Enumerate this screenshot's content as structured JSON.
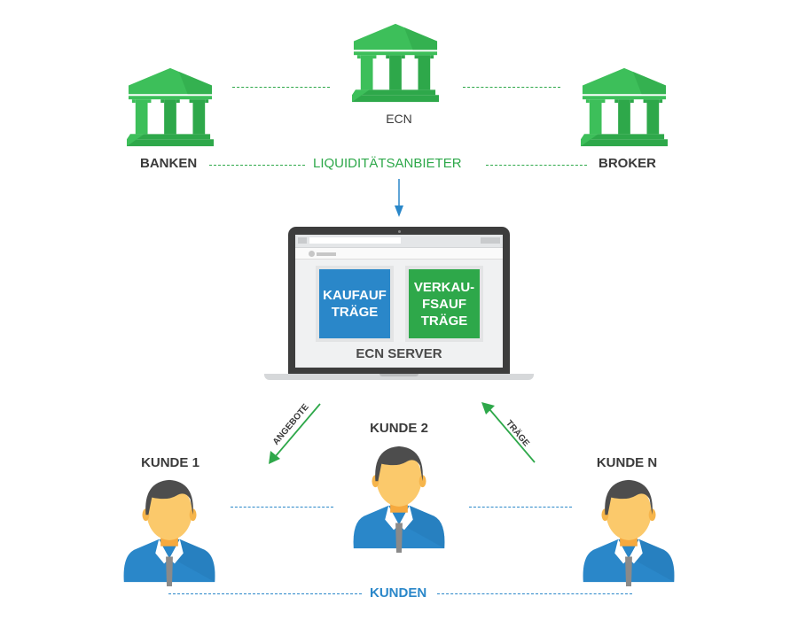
{
  "providers": {
    "group_label": "LIQUIDITÄTSANBIETER",
    "items": [
      {
        "label": "BANKEN"
      },
      {
        "label": "ECN"
      },
      {
        "label": "BROKER"
      }
    ]
  },
  "server": {
    "title": "ECN SERVER",
    "buy_orders": "KAUFAUF TRÄGE",
    "buy_orders_lines": [
      "KAUFAUF",
      "TRÄGE"
    ],
    "sell_orders_lines": [
      "VERKAU-",
      "FSAUF",
      "TRÄGE"
    ]
  },
  "flows": {
    "offers": "ANGEBOTE",
    "orders": "TRÄGE"
  },
  "clients": {
    "group_label": "KUNDEN",
    "items": [
      {
        "label": "KUNDE 1"
      },
      {
        "label": "KUNDE 2"
      },
      {
        "label": "KUNDE N"
      }
    ]
  },
  "colors": {
    "green": "#2ea84a",
    "green_light": "#3dbf5a",
    "blue": "#2a87c9",
    "dark_text": "#3a3a3a",
    "laptop_frame": "#3d3d3d",
    "skin": "#fbc96b",
    "hair": "#4d4d4d"
  }
}
